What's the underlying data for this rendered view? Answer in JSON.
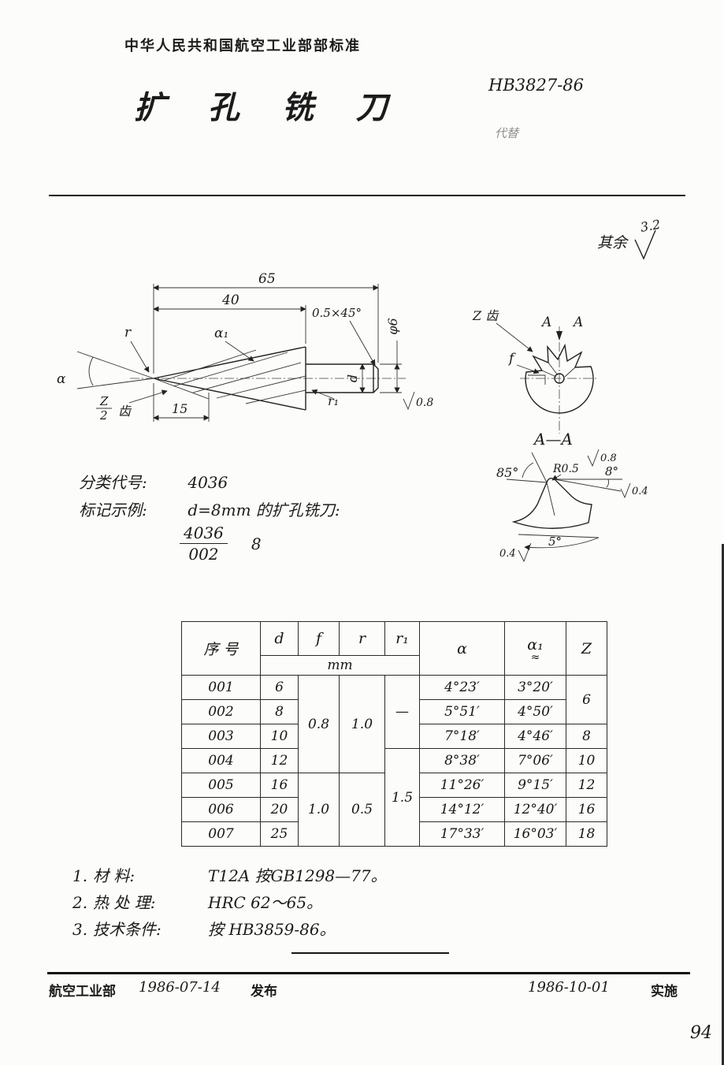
{
  "header": {
    "org_line": "中华人民共和国航空工业部部标准",
    "title": "扩 孔 铣 刀",
    "standard_no": "HB3827-86",
    "replaces": "代替"
  },
  "classification": {
    "label": "分类代号:",
    "value": "4036"
  },
  "marking": {
    "label": "标记示例:",
    "text": "d=8mm 的扩孔铣刀:",
    "code_num": "4036",
    "code_den": "002",
    "code_size": "8"
  },
  "drawing": {
    "rest_label": "其余",
    "rest_value": "3.2",
    "dim_overall": "65",
    "dim_taper": "40",
    "chamfer": "0.5×45°",
    "shank_dia": "φ6",
    "alpha1_label": "α₁",
    "r_label": "r",
    "alpha_label": "α",
    "half_teeth_num": "Z",
    "half_teeth_den": "2",
    "teeth_char": "齿",
    "dim_tip": "15",
    "r1_label": "r₁",
    "d_label": "d",
    "finish_shank": "0.8",
    "z_teeth_label": "Z 齿",
    "section_mark_left": "A",
    "section_mark_right": "A",
    "f_label": "f",
    "section_title": "A—A",
    "angle_85": "85°",
    "tip_radius": "R0.5",
    "angle_8": "8°",
    "finish_top": "0.8",
    "finish_right": "0.4",
    "angle_5": "5°",
    "finish_bottom": "0.4"
  },
  "table": {
    "col_xuhao": "序  号",
    "col_d": "d",
    "col_f": "f",
    "col_r": "r",
    "col_r1": "r₁",
    "col_mm": "mm",
    "col_alpha": "α",
    "col_alpha1": "α₁",
    "col_alpha1_approx": "≈",
    "col_z": "Z",
    "f_groups": [
      "0.8",
      "1.0"
    ],
    "r_groups": [
      "1.0",
      "0.5"
    ],
    "r1_groups": [
      "—",
      "1.5"
    ],
    "z_values": [
      "6",
      "8",
      "10",
      "12",
      "16",
      "18"
    ],
    "rows": [
      {
        "no": "001",
        "d": "6",
        "alpha": "4°23′",
        "alpha1": "3°20′"
      },
      {
        "no": "002",
        "d": "8",
        "alpha": "5°51′",
        "alpha1": "4°50′"
      },
      {
        "no": "003",
        "d": "10",
        "alpha": "7°18′",
        "alpha1": "4°46′"
      },
      {
        "no": "004",
        "d": "12",
        "alpha": "8°38′",
        "alpha1": "7°06′"
      },
      {
        "no": "005",
        "d": "16",
        "alpha": "11°26′",
        "alpha1": "9°15′"
      },
      {
        "no": "006",
        "d": "20",
        "alpha": "14°12′",
        "alpha1": "12°40′"
      },
      {
        "no": "007",
        "d": "25",
        "alpha": "17°33′",
        "alpha1": "16°03′"
      }
    ]
  },
  "notes": [
    {
      "num": "1.",
      "label": "材    料:",
      "value": "T12A  按GB1298—77。"
    },
    {
      "num": "2.",
      "label": "热 处 理:",
      "value": "HRC 62～65。"
    },
    {
      "num": "3.",
      "label": "技术条件:",
      "value": "按 HB3859-86。"
    }
  ],
  "footer": {
    "org": "航空工业部",
    "issue_date": "1986-07-14",
    "issue_label": "发布",
    "effective_date": "1986-10-01",
    "effective_label": "实施",
    "page_number": "94"
  }
}
